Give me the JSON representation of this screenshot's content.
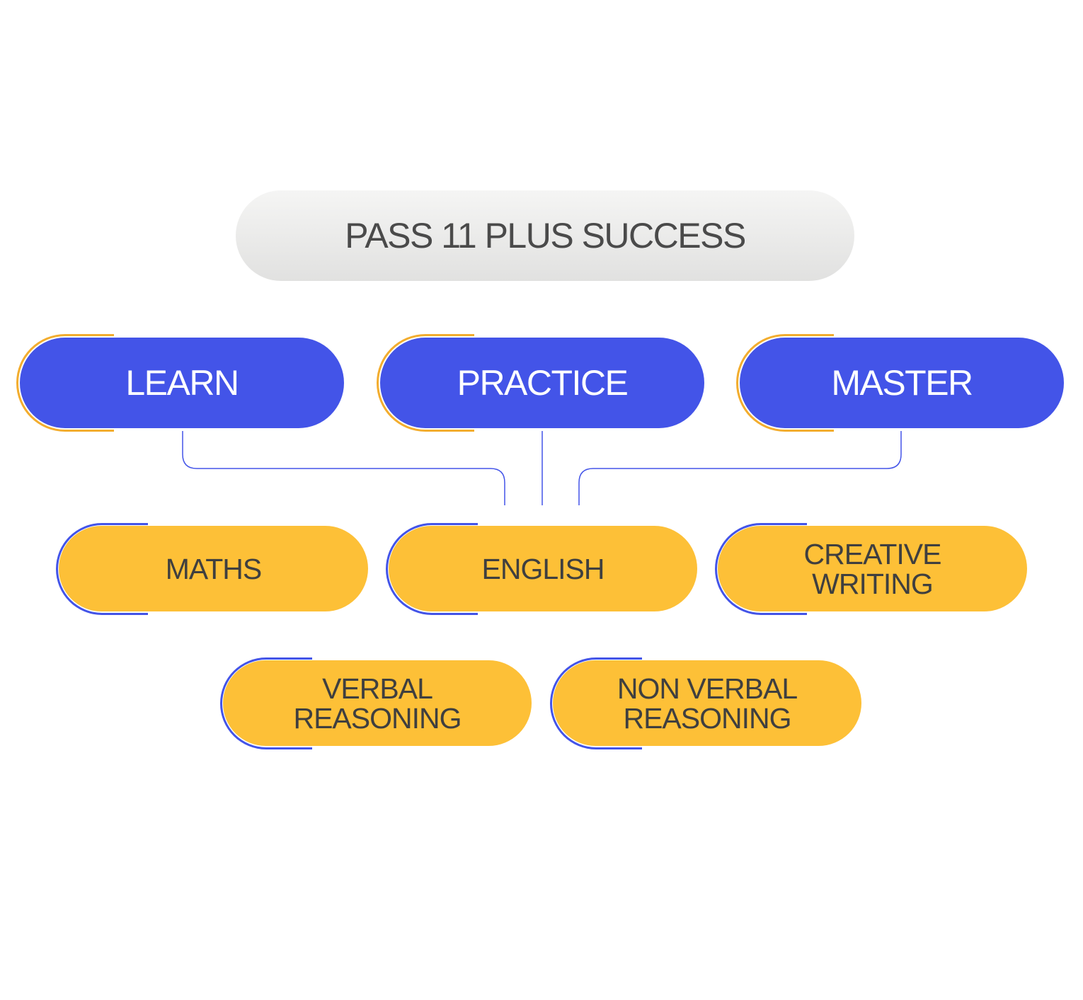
{
  "title": "PASS 11 PLUS SUCCESS",
  "stages": [
    {
      "label": "LEARN"
    },
    {
      "label": "PRACTICE"
    },
    {
      "label": "MASTER"
    }
  ],
  "subjects": [
    {
      "line1": "MATHS",
      "line2": ""
    },
    {
      "line1": "ENGLISH",
      "line2": ""
    },
    {
      "line1": "CREATIVE",
      "line2": "WRITING"
    },
    {
      "line1": "VERBAL",
      "line2": "REASONING"
    },
    {
      "line1": "NON VERBAL",
      "line2": "REASONING"
    }
  ],
  "colors": {
    "stage_fill": "#4354e8",
    "stage_accent": "#f3ad2e",
    "subject_fill": "#fdc037",
    "subject_accent": "#4354e8",
    "title_fill": "#eaeae9",
    "connector": "#4354e8"
  }
}
